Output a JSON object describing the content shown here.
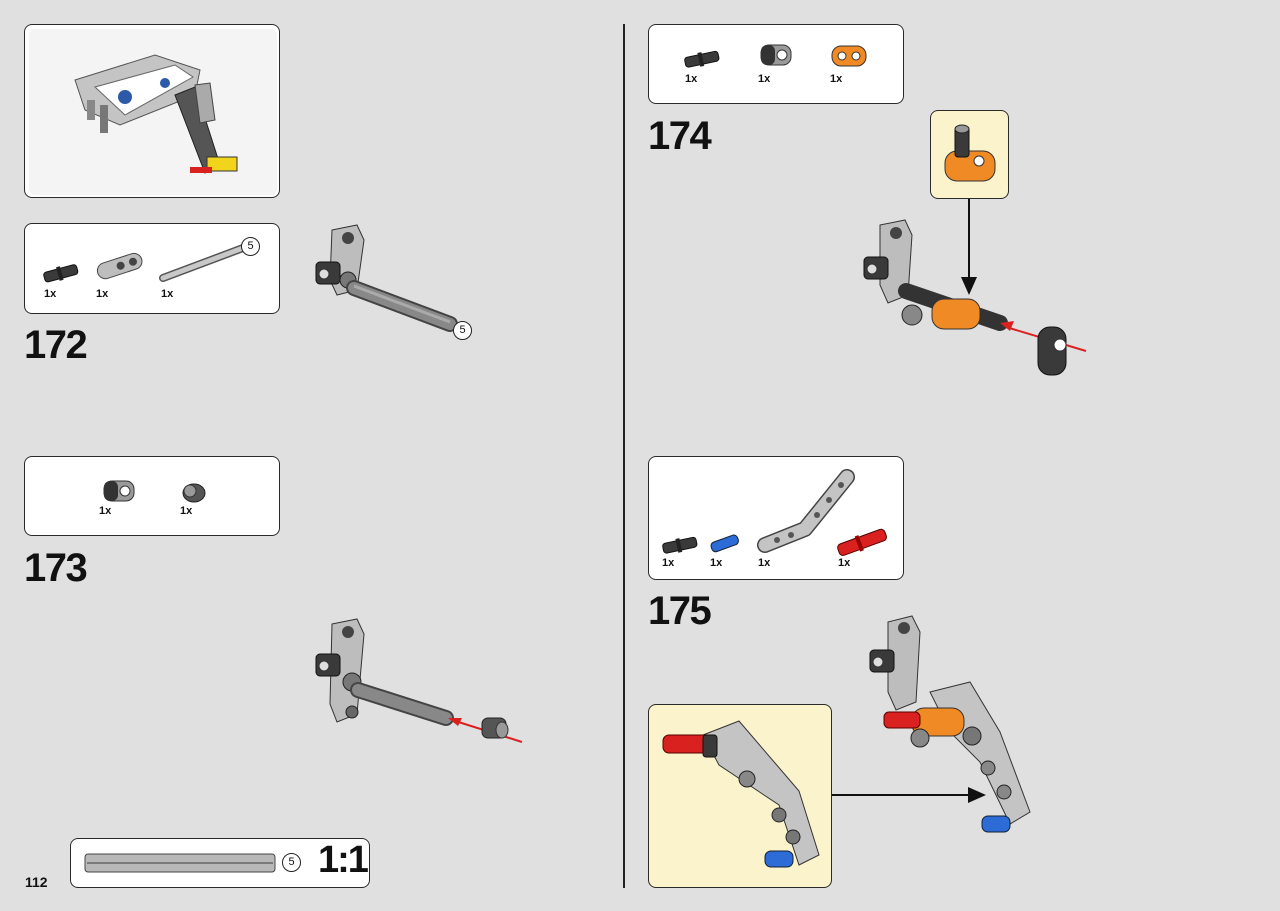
{
  "page": {
    "number": "112"
  },
  "scale_ruler": {
    "length_label": "5",
    "ratio_label": "1:1"
  },
  "steps": [
    {
      "number": "172",
      "parts": [
        "1x",
        "1x",
        "1x"
      ],
      "axle_length_label": "5",
      "axle_length_label_model": "5"
    },
    {
      "number": "173",
      "parts": [
        "1x",
        "1x"
      ]
    },
    {
      "number": "174",
      "parts": [
        "1x",
        "1x",
        "1x"
      ]
    },
    {
      "number": "175",
      "parts": [
        "1x",
        "1x",
        "1x",
        "1x"
      ]
    }
  ],
  "colors": {
    "background": "#e0e0e0",
    "callout": "#fbf3cc",
    "orange": "#f08a24",
    "red": "#d9221f",
    "blue": "#2d6cd6",
    "gray": "#b8b8b8",
    "dark": "#333333"
  }
}
